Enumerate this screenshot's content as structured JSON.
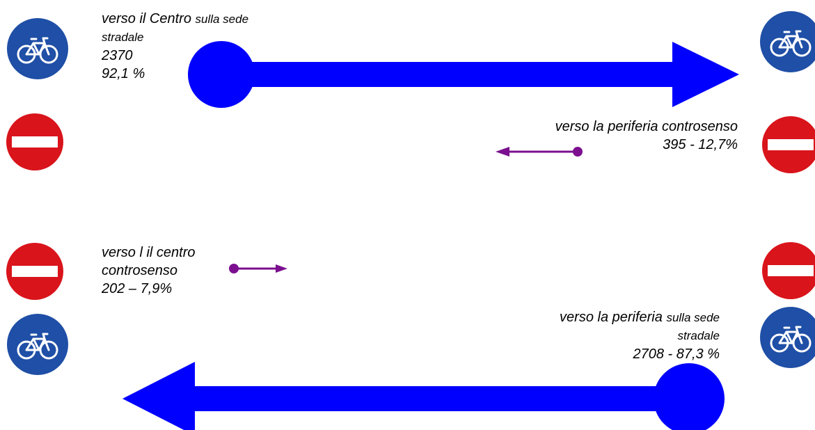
{
  "colors": {
    "main_flow": "#0000ff",
    "contraflow": "#7b0f8f",
    "sign_blue": "#1f4fa6",
    "sign_red": "#d9141b",
    "sign_white": "#ffffff"
  },
  "icons": {
    "cycle_sign": "bicycle-path-sign-icon",
    "no_entry_sign": "no-entry-sign-icon"
  },
  "flows": {
    "to_center_road": {
      "line1_a": "verso il Centro",
      "line1_b": "sulla sede",
      "line2": "stradale",
      "count": "2370",
      "percent": "92,1 %"
    },
    "to_periphery_contra": {
      "line1": "verso la periferia controsenso",
      "line2": "395 - 12,7%"
    },
    "to_center_contra": {
      "line1": "verso l il centro",
      "line2": "controsenso",
      "line3": "202 – 7,9%"
    },
    "to_periphery_road": {
      "line1_a": "verso la periferia",
      "line1_b": "sulla sede",
      "line2": "stradale",
      "line3": "2708 - 87,3 %"
    }
  }
}
